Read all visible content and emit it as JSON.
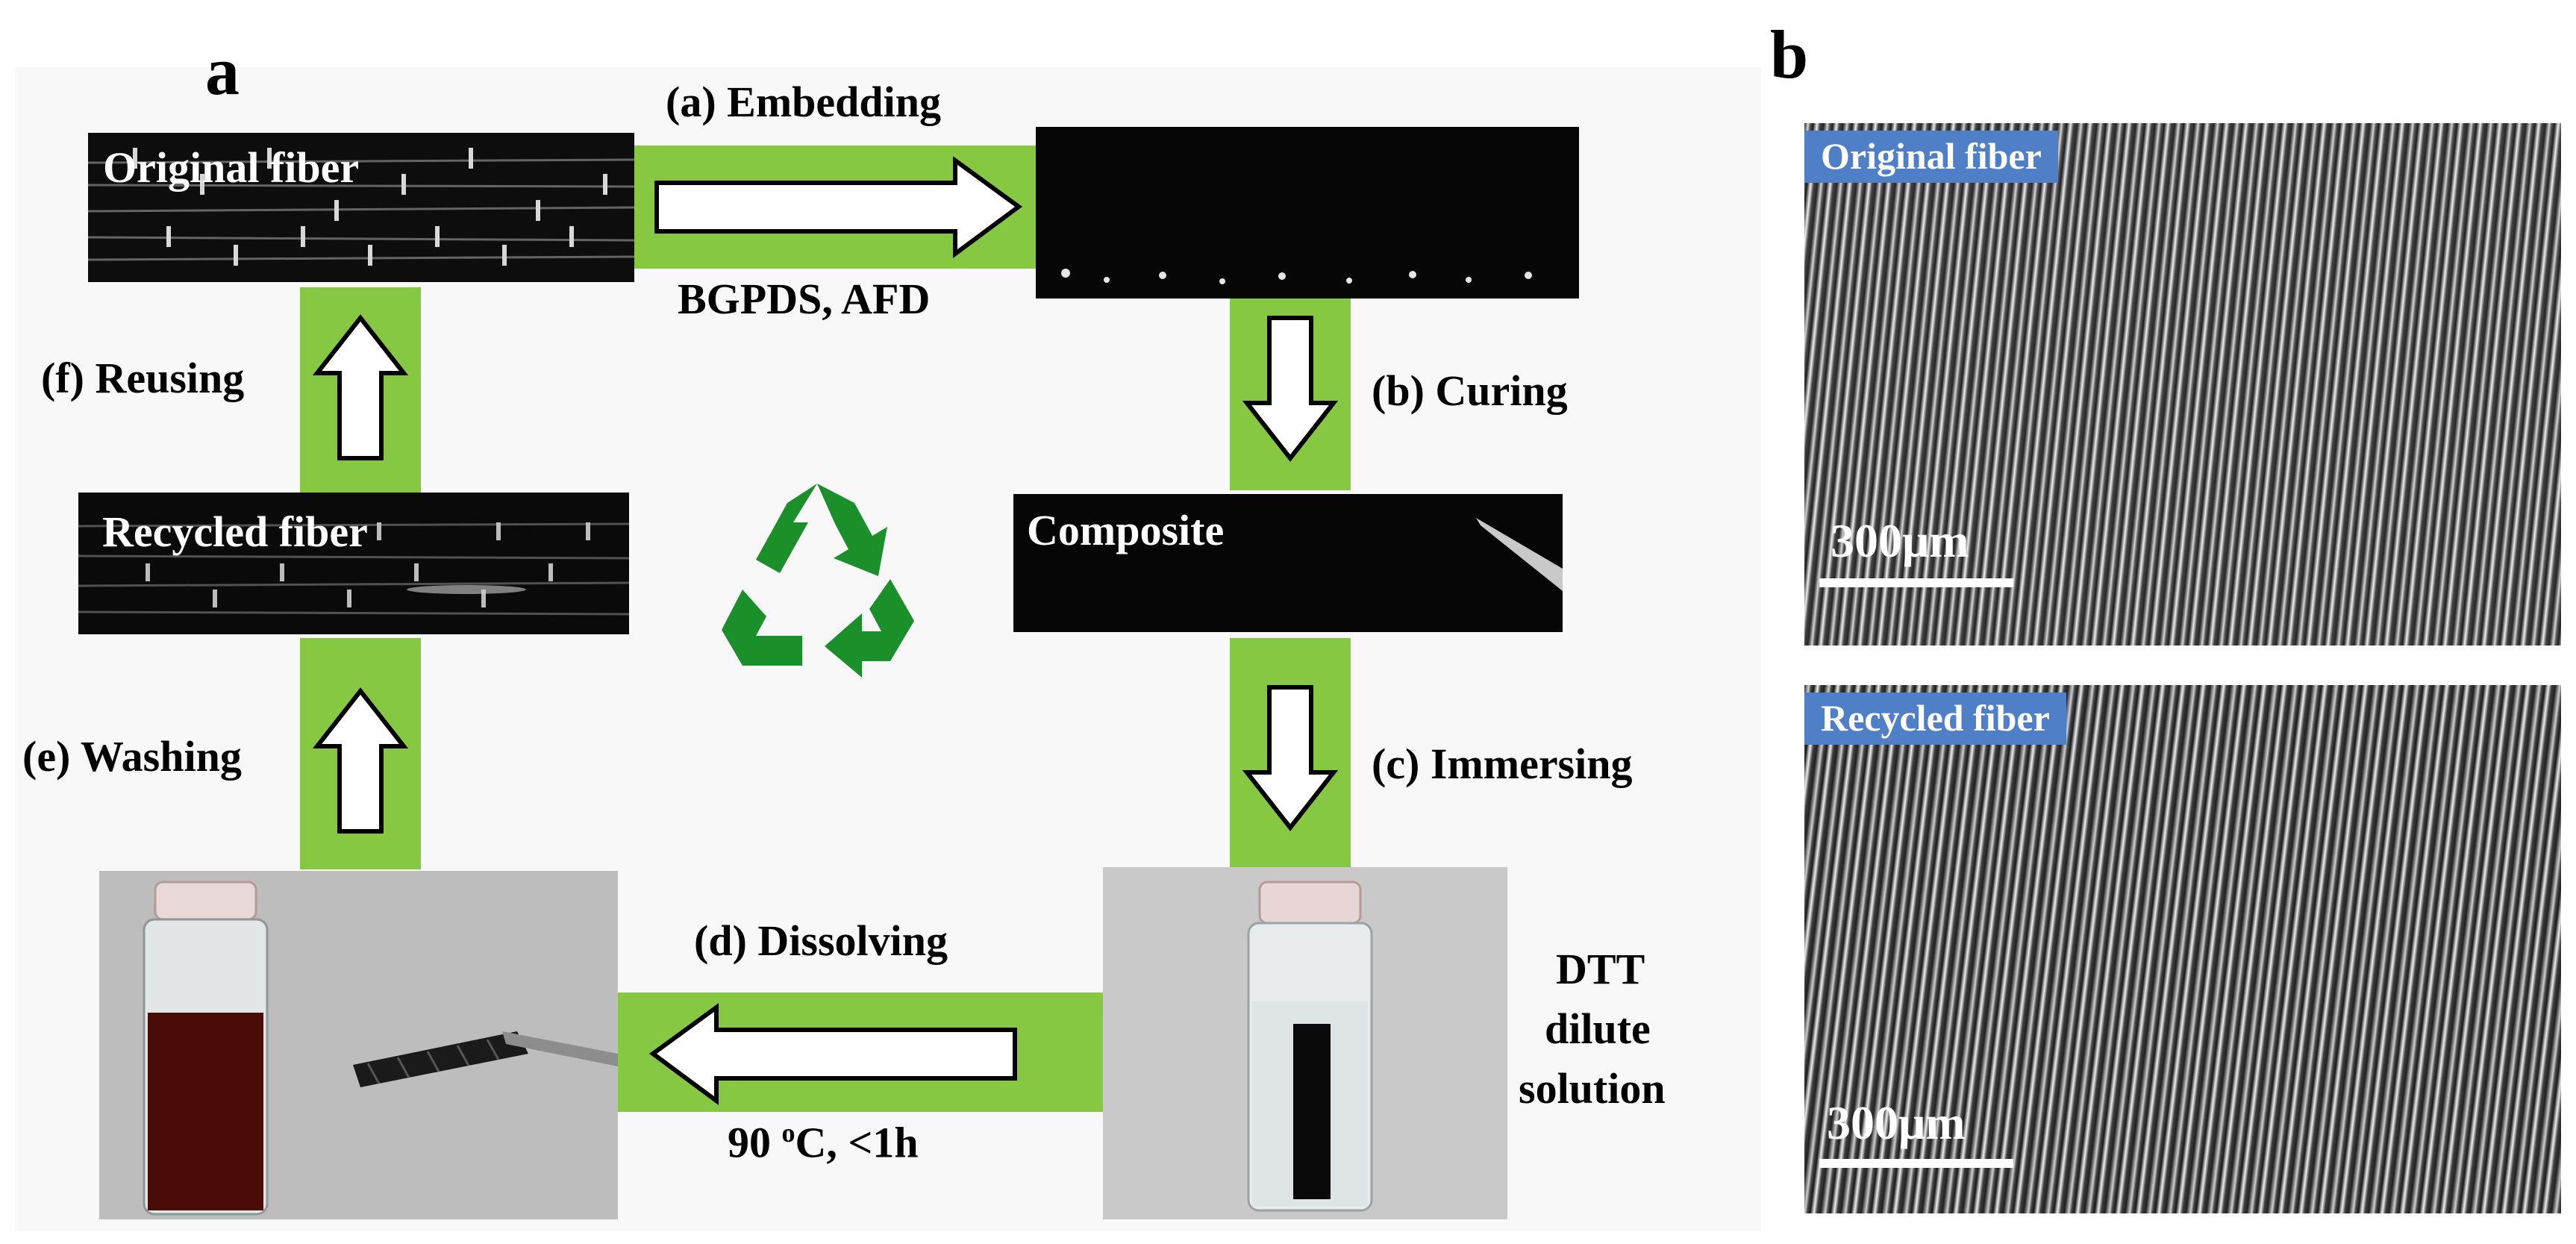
{
  "colors": {
    "band_green": "#86c842",
    "recycle_green": "#1a8f2a",
    "badge_blue": "#4f7fc6",
    "panel_bg": "#f8f8f8"
  },
  "panel_a": {
    "letter": "a",
    "original_fiber_label": "Original fiber",
    "recycled_fiber_label": "Recycled fiber",
    "composite_label": "Composite",
    "step_a": "(a) Embedding",
    "step_a_sub": "BGPDS, AFD",
    "step_b": "(b) Curing",
    "step_c": "(c) Immersing",
    "step_d": "(d) Dissolving",
    "step_d_sub_prefix": "90 ",
    "step_d_sub_sup": "o",
    "step_d_sub_suffix": "C, <1h",
    "step_e": "(e) Washing",
    "step_f": "(f) Reusing",
    "solution_line1": "DTT",
    "solution_line2": "dilute",
    "solution_line3": "solution",
    "center_icon": "recycle-icon"
  },
  "panel_b": {
    "letter": "b",
    "top_label": "Original fiber",
    "bottom_label": "Recycled fiber",
    "scale_top": "300μm",
    "scale_bottom": "300μm"
  }
}
